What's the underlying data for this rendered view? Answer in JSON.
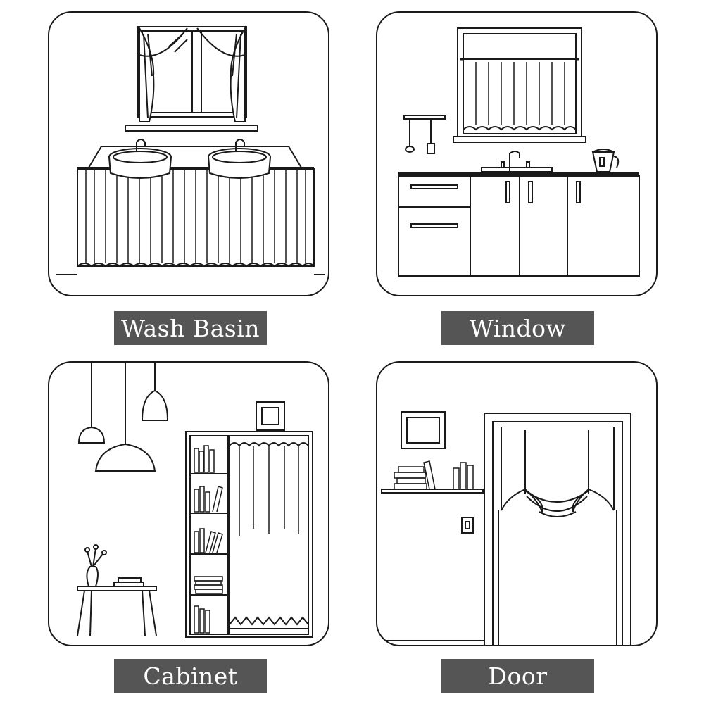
{
  "panels": [
    {
      "id": "wash-basin",
      "label": "Wash Basin",
      "illustration": "bathroom double sink vanity with curtain skirt"
    },
    {
      "id": "window",
      "label": "Window",
      "illustration": "kitchen with cafe curtain on window above sink and cabinets"
    },
    {
      "id": "cabinet",
      "label": "Cabinet",
      "illustration": "bookshelf cabinet with curtain, pendant lamps and side table"
    },
    {
      "id": "door",
      "label": "Door",
      "illustration": "doorway with tie-up curtain, wall shelf with books"
    }
  ],
  "colors": {
    "line": "#1a1a1a",
    "label_bg": "#555555",
    "label_text": "#ffffff",
    "background": "#ffffff"
  }
}
